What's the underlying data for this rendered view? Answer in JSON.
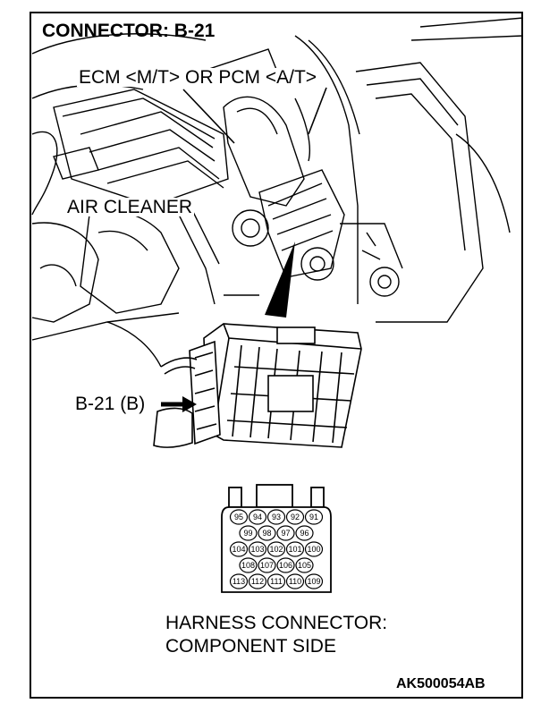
{
  "title": "CONNECTOR: B-21",
  "callouts": {
    "ecm": "ECM <M/T> OR PCM <A/T>",
    "air_cleaner": "AIR CLEANER",
    "connector": "B-21 (B)"
  },
  "harness_caption": {
    "line1": "HARNESS CONNECTOR:",
    "line2": "COMPONENT SIDE"
  },
  "figure_code": "AK500054AB",
  "pin_rows": [
    [
      "95",
      "94",
      "93",
      "92",
      "91"
    ],
    [
      "99",
      "98",
      "97",
      "96"
    ],
    [
      "104",
      "103",
      "102",
      "101",
      "100"
    ],
    [
      "108",
      "107",
      "106",
      "105"
    ],
    [
      "113",
      "112",
      "111",
      "110",
      "109"
    ]
  ]
}
